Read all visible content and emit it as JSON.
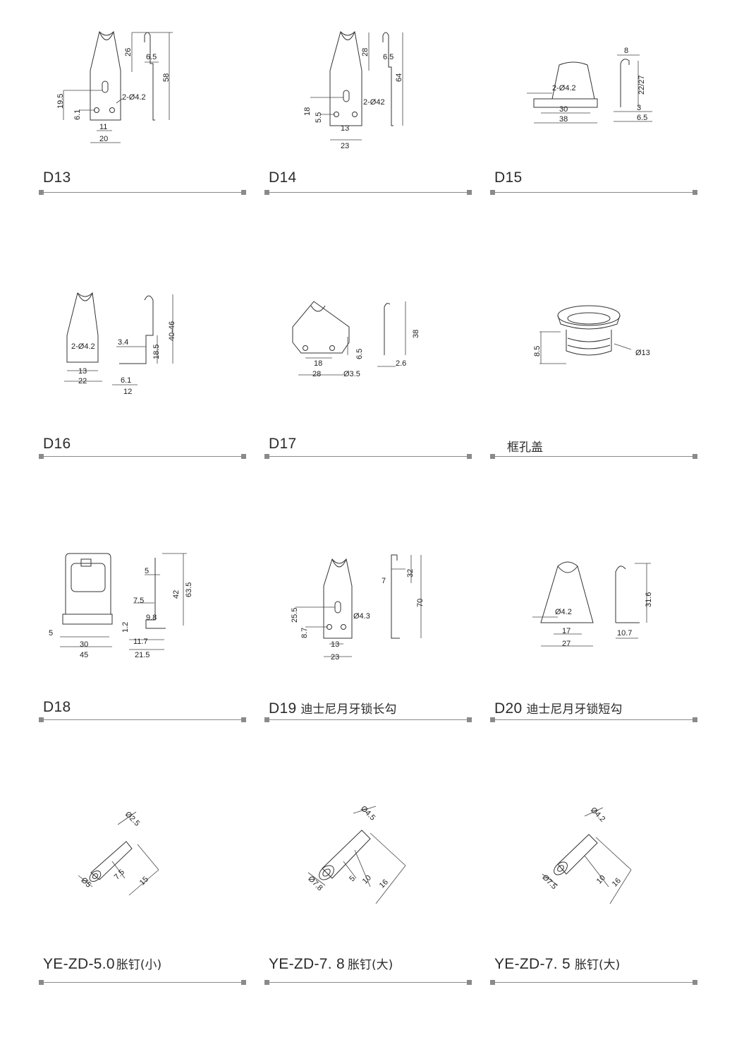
{
  "items": [
    {
      "code": "D13",
      "desc": "",
      "dims": [
        "26",
        "6.5",
        "58",
        "19.5",
        "2-Ø4.2",
        "6.1",
        "11",
        "20"
      ]
    },
    {
      "code": "D14",
      "desc": "",
      "dims": [
        "28",
        "6.5",
        "64",
        "18",
        "2-Ø42",
        "5.5",
        "13",
        "23"
      ]
    },
    {
      "code": "D15",
      "desc": "",
      "dims": [
        "8",
        "2-Ø4.2",
        "22/27",
        "30",
        "38",
        "3",
        "6.5"
      ]
    },
    {
      "code": "D16",
      "desc": "",
      "dims": [
        "2-Ø4.2",
        "13",
        "22",
        "3.4",
        "18.5",
        "40-46",
        "6.1",
        "12"
      ]
    },
    {
      "code": "D17",
      "desc": "",
      "dims": [
        "18",
        "28",
        "6.5",
        "Ø3.5",
        "38",
        "2.6"
      ]
    },
    {
      "code": "",
      "desc": "框孔盖",
      "dims": [
        "8.5",
        "Ø13"
      ]
    },
    {
      "code": "D18",
      "desc": "",
      "dims": [
        "5",
        "42",
        "63.5",
        "7.5",
        "1.2",
        "9.8",
        "11.7",
        "21.5",
        "5",
        "30",
        "45"
      ]
    },
    {
      "code": "D19",
      "desc": "迪士尼月牙锁长勾",
      "dims": [
        "7",
        "32",
        "70",
        "25.5",
        "8.7",
        "Ø4.3",
        "13",
        "23"
      ]
    },
    {
      "code": "D20",
      "desc": "迪士尼月牙锁短勾",
      "dims": [
        "Ø4.2",
        "17",
        "27",
        "31.6",
        "10.7"
      ]
    },
    {
      "code": "YE-ZD-5.0",
      "desc": "胀钉(小)",
      "dims": [
        "Ø2.5",
        "Ø5",
        "7.5",
        "15"
      ]
    },
    {
      "code": "YE-ZD-7. 8",
      "desc": "胀钉(大)",
      "dims": [
        "Ø4.5",
        "Ø7.8",
        "5",
        "10",
        "16"
      ]
    },
    {
      "code": "YE-ZD-7. 5",
      "desc": "胀钉(大)",
      "dims": [
        "Ø4.2",
        "Ø7.5",
        "10",
        "16"
      ]
    }
  ]
}
